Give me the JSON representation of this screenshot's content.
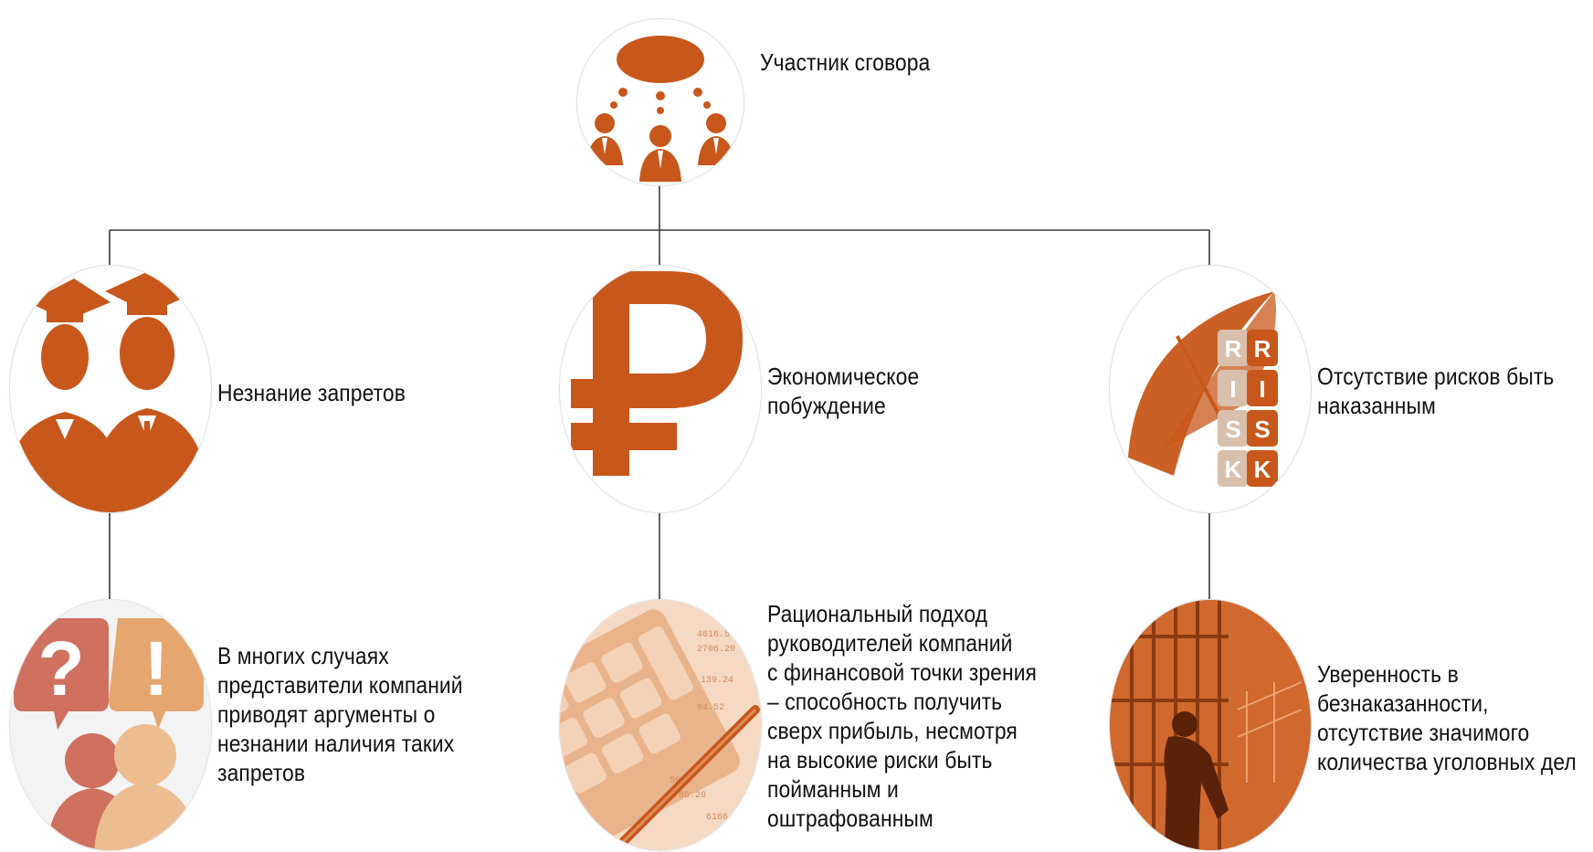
{
  "accent_color": "#c8571b",
  "light_accent": "#e9b48c",
  "root": {
    "icon": "conspiracy-group-icon",
    "label": "Участник сговора"
  },
  "branches": [
    {
      "icon": "graduates-icon",
      "label_lines": [
        "Незнание запретов"
      ],
      "detail": {
        "icon": "question-exclamation-people-icon",
        "lines": [
          "В многих случаях",
          "представители компаний",
          "приводят аргументы о",
          "незнании наличия таких",
          "запретов"
        ]
      }
    },
    {
      "icon": "ruble-icon",
      "label_lines": [
        "Экономическое",
        "побуждение"
      ],
      "detail": {
        "icon": "calculator-icon",
        "lines": [
          "Рациональный подход",
          "руководителей компаний",
          "с финансовой точки зрения",
          "– способность получить",
          "сверх прибыль, несмотря",
          "на высокие риски быть",
          "пойманным и",
          "оштрафованным"
        ]
      }
    },
    {
      "icon": "umbrella-risk-icon",
      "label_lines": [
        "Отсутствие рисков быть",
        "наказанным"
      ],
      "detail": {
        "icon": "prison-bars-icon",
        "lines": [
          "Уверенность в",
          "безнаказанности,",
          "отсутствие значимого",
          "количества уголовных дел"
        ]
      }
    }
  ],
  "risk_letters": [
    "R",
    "I",
    "S",
    "K"
  ]
}
